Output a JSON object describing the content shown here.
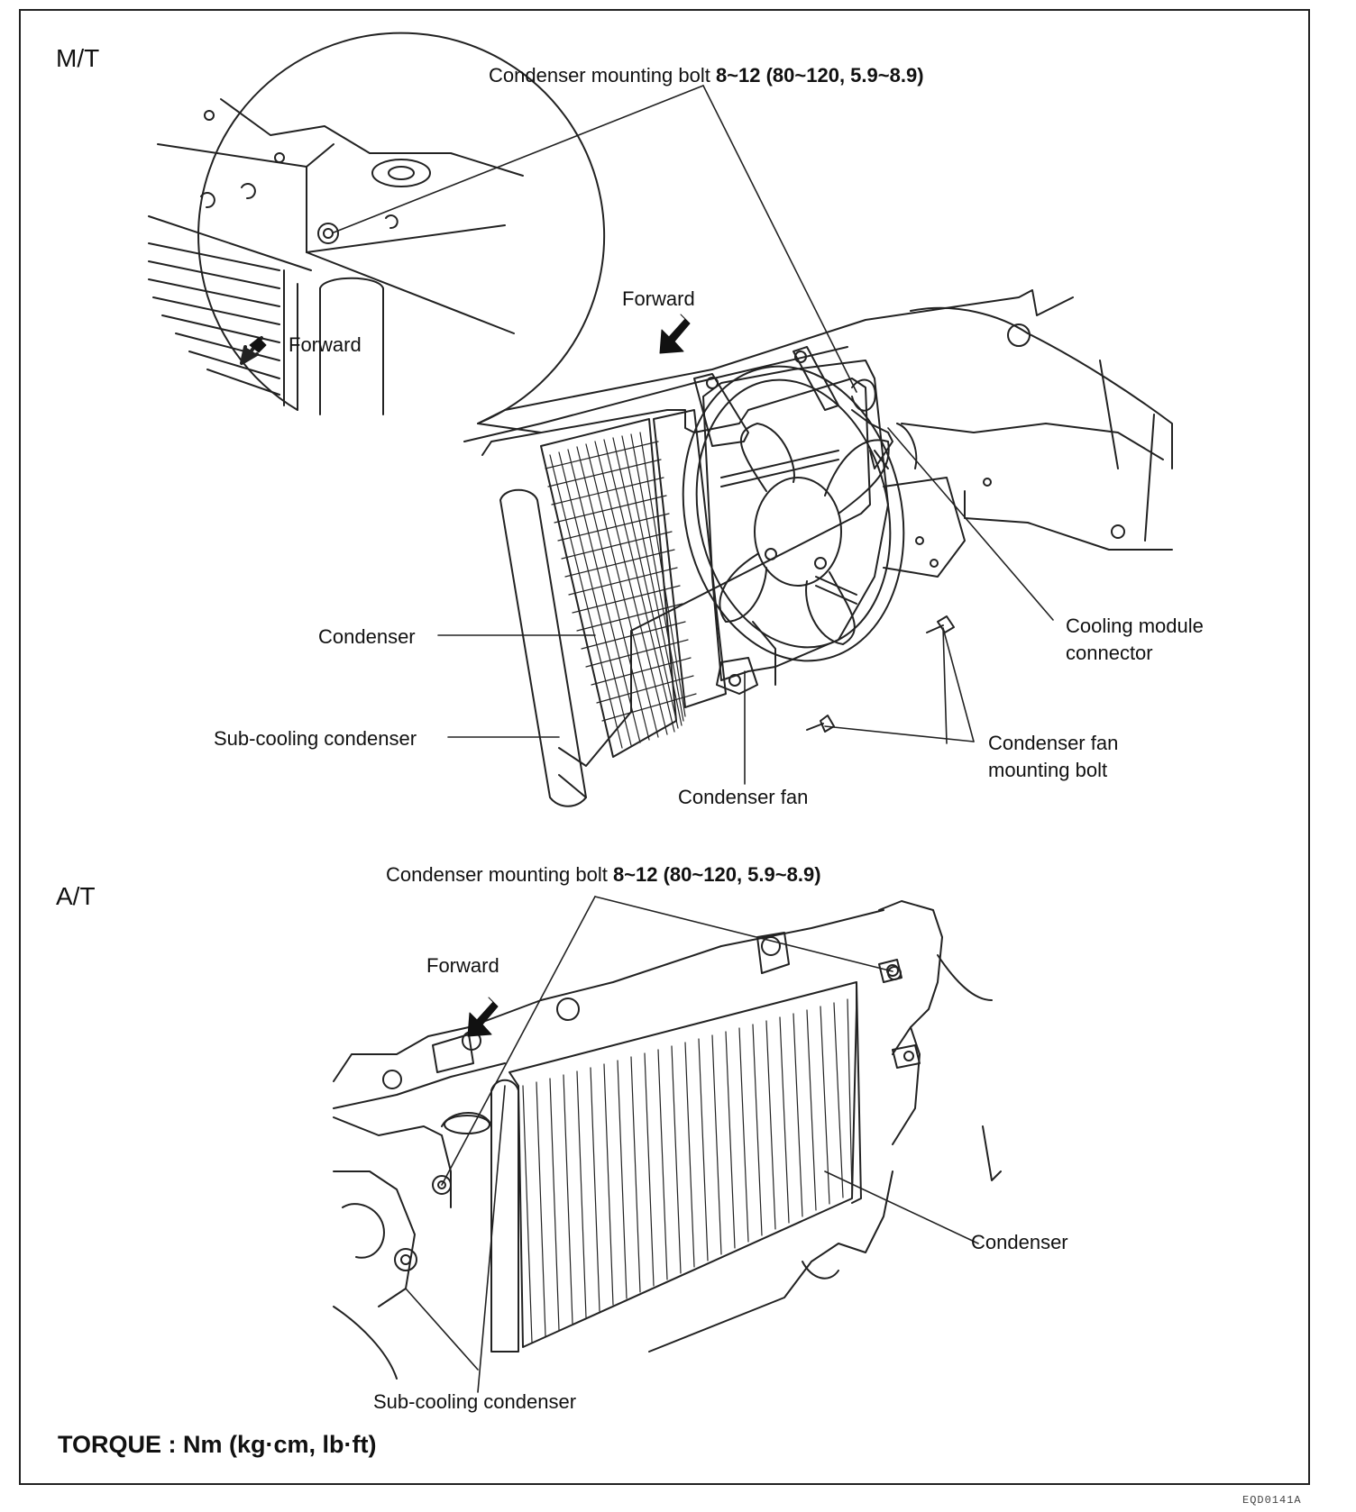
{
  "sections": {
    "mt": "M/T",
    "at": "A/T"
  },
  "labels": {
    "mt_bolt_prefix": "Condenser mounting bolt ",
    "mt_bolt_torque": "8~12 (80~120, 5.9~8.9)",
    "forward_main": "Forward",
    "forward_inset": "Forward",
    "condenser": "Condenser",
    "sub_cooling_condenser": "Sub-cooling condenser",
    "cooling_module_connector_1": "Cooling module",
    "cooling_module_connector_2": "connector",
    "condenser_fan_bolt_1": "Condenser fan",
    "condenser_fan_bolt_2": "mounting bolt",
    "condenser_fan": "Condenser fan",
    "at_bolt_prefix": "Condenser mounting bolt ",
    "at_bolt_torque": "8~12 (80~120, 5.9~8.9)",
    "at_forward": "Forward",
    "at_condenser": "Condenser",
    "at_sub_cooling_condenser": "Sub-cooling condenser"
  },
  "footer": {
    "torque": "TORQUE : Nm (kg·cm, lb·ft)",
    "code": "EQD0141A"
  }
}
